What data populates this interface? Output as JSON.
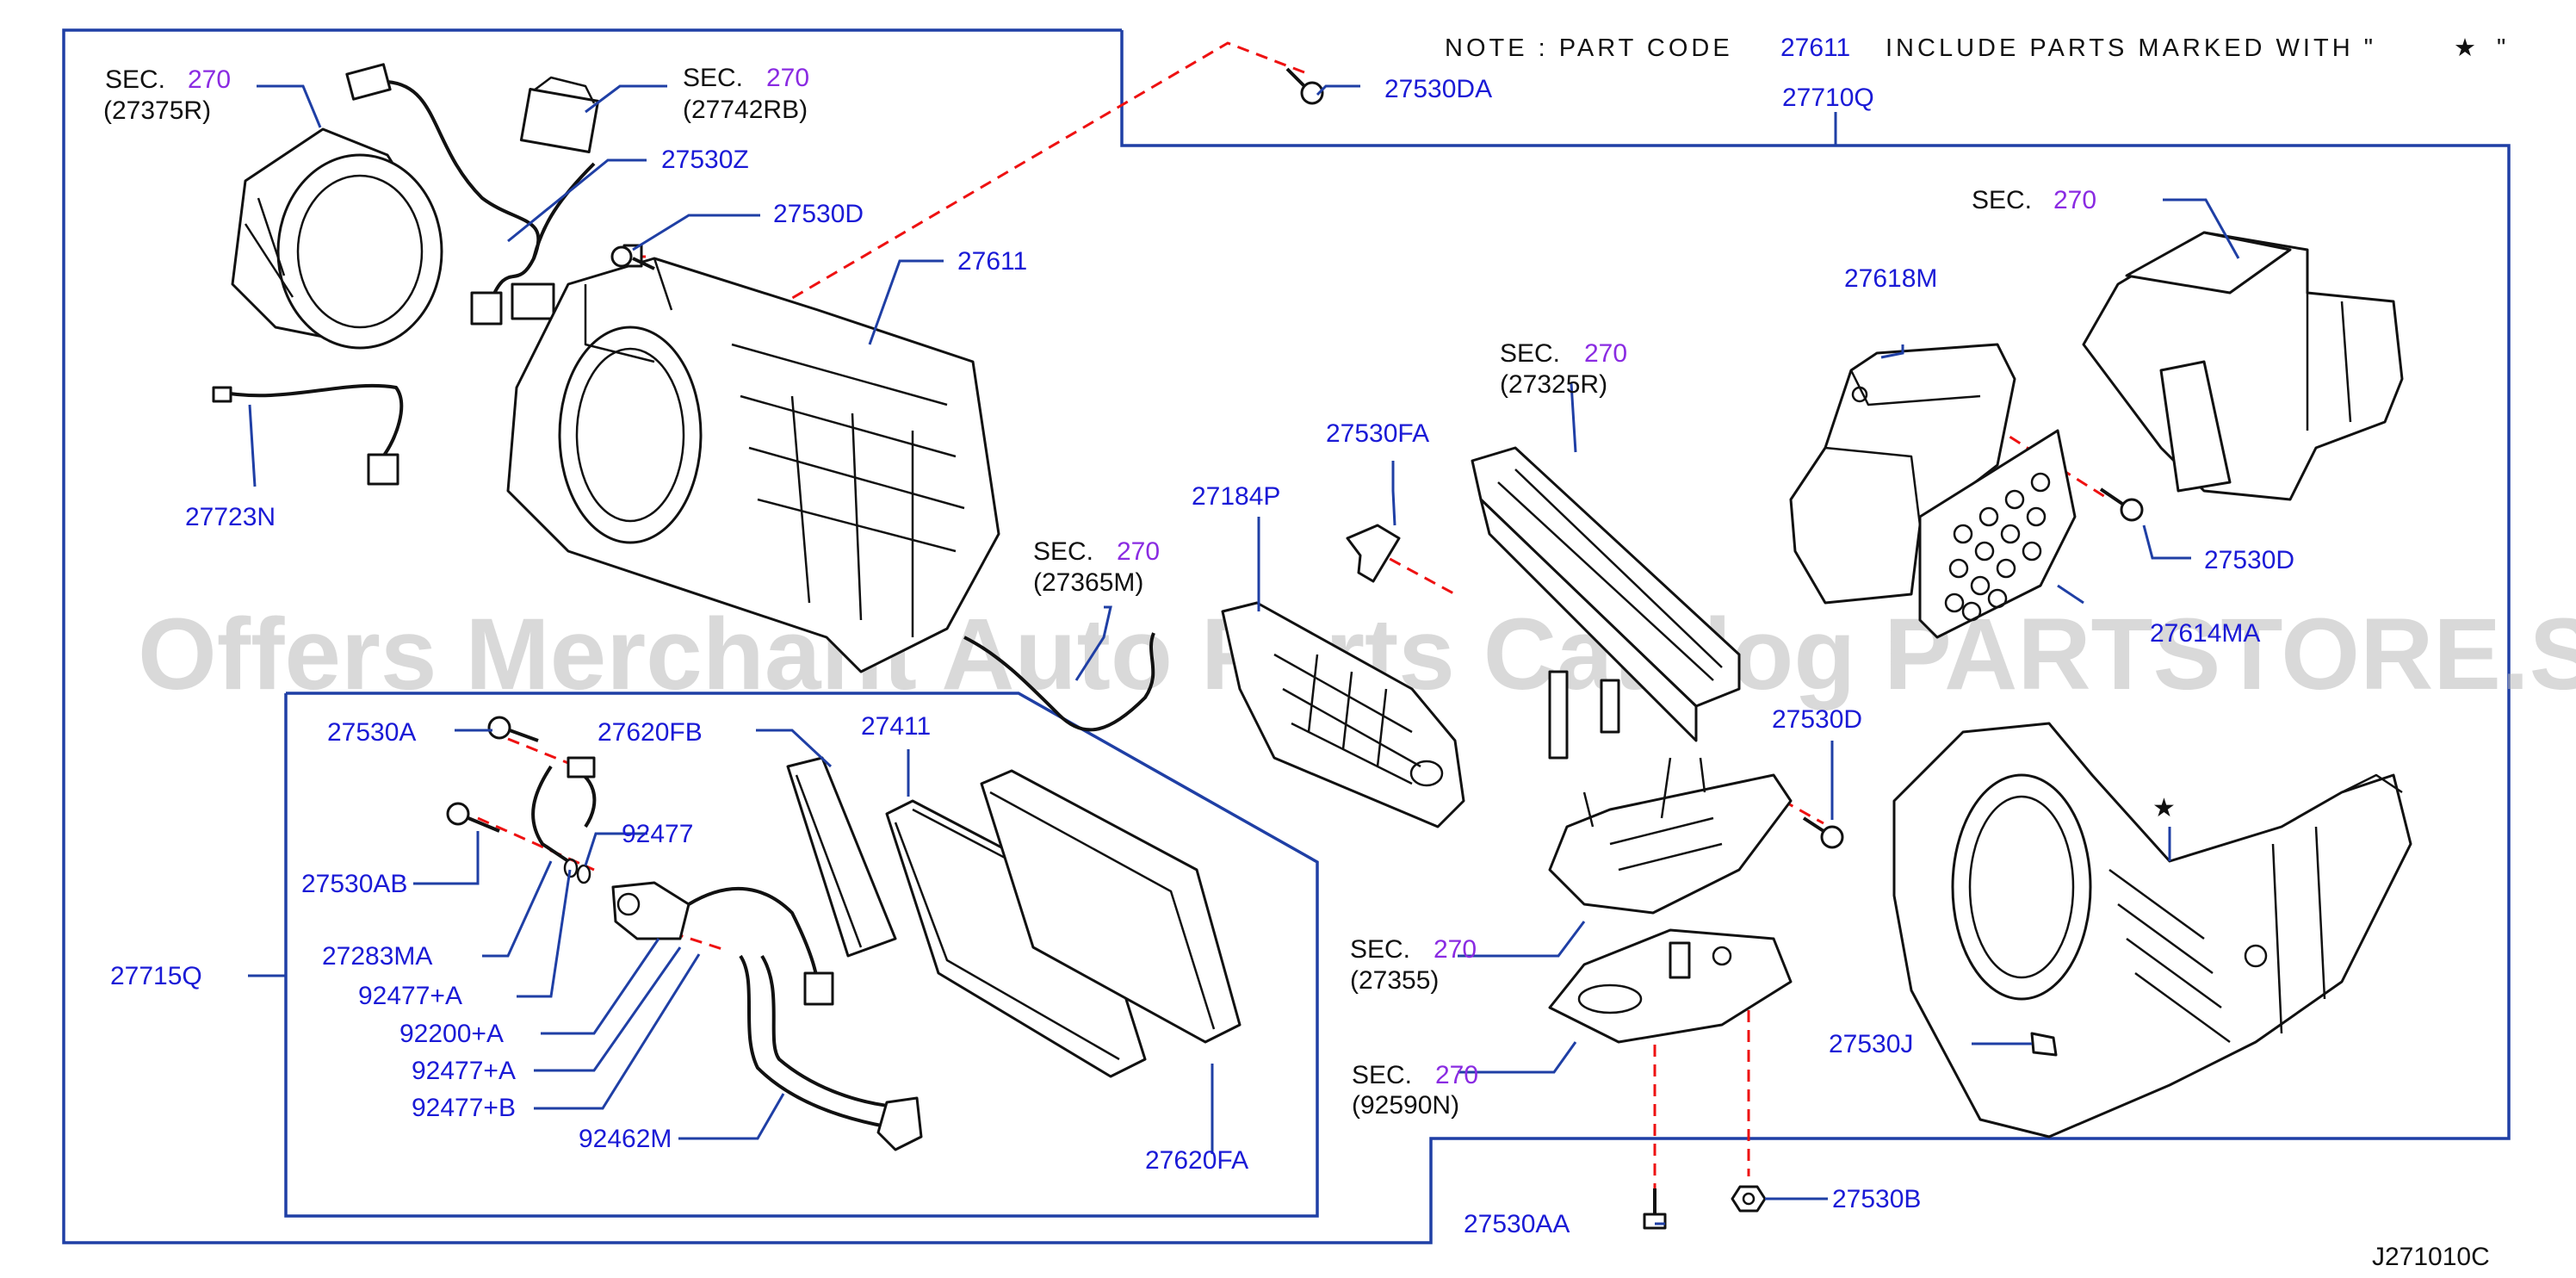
{
  "note": {
    "prefix": "NOTE : PART CODE",
    "code": "27611",
    "suffix": "INCLUDE PARTS MARKED WITH \"",
    "star": "★",
    "close_quote": "\""
  },
  "sec_word": "SEC.",
  "sec_number": "270",
  "sec_refs": {
    "blower_motor": "(27375R)",
    "resistor": "(27742RB)",
    "evaporator": "(27325R)",
    "harness": "(27365M)",
    "bracket": "(27355)",
    "plate": "(92590N)"
  },
  "parts": {
    "screw_da": "27530DA",
    "assy_rear": "27710Q",
    "clip_z": "27530Z",
    "screw_d_top": "27530D",
    "blower_case": "27611",
    "sensor": "27723N",
    "cover_m": "27618M",
    "screw_d_right": "27530D",
    "grille": "27614MA",
    "clip_fa": "27530FA",
    "duct_p": "27184P",
    "screw_d_mid": "27530D",
    "screw_a": "27530A",
    "filter_fb": "27620FB",
    "core": "27411",
    "screw_ab": "27530AB",
    "oring": "92477",
    "pipe_ma": "27283MA",
    "assy_q": "27715Q",
    "oring_a1": "92477+A",
    "valve": "92200+A",
    "oring_a2": "92477+A",
    "oring_b": "92477+B",
    "pipe_m": "92462M",
    "filter_fa": "27620FA",
    "clip_j": "27530J",
    "screw_aa": "27530AA",
    "nut_b": "27530B"
  },
  "watermark": "Offers Merchant Auto Parts Catalog PARTSTORE.SA",
  "diagram_code": "J271010C"
}
